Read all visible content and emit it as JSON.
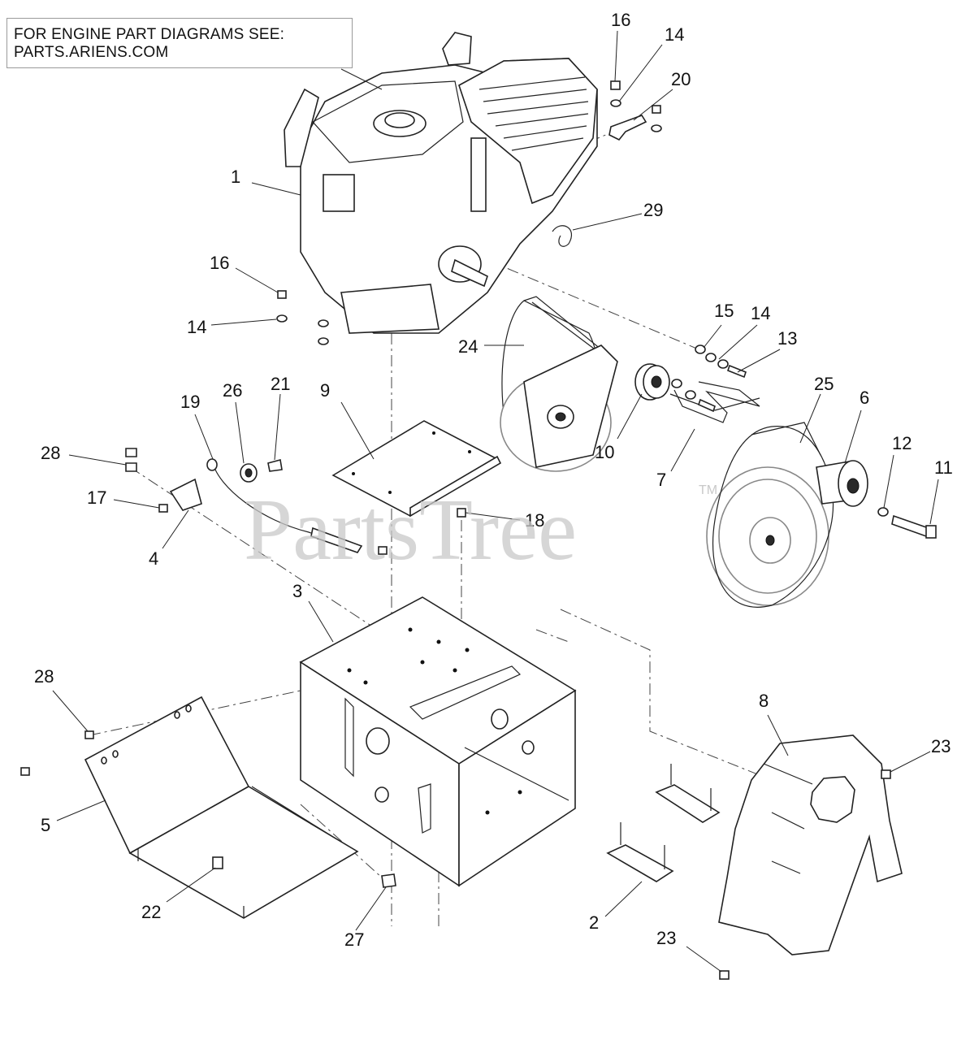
{
  "note": {
    "line1": "FOR ENGINE PART DIAGRAMS SEE:",
    "line2": "PARTS.ARIENS.COM"
  },
  "watermark": {
    "text": "PartsTree",
    "tm": "TM"
  },
  "callouts": {
    "c1": "1",
    "c2": "2",
    "c3": "3",
    "c4": "4",
    "c5": "5",
    "c6": "6",
    "c7": "7",
    "c8": "8",
    "c9": "9",
    "c10": "10",
    "c11": "11",
    "c12": "12",
    "c13": "13",
    "c14a": "14",
    "c14b": "14",
    "c14c": "14",
    "c15": "15",
    "c16a": "16",
    "c16b": "16",
    "c17": "17",
    "c18": "18",
    "c19": "19",
    "c20": "20",
    "c21": "21",
    "c22": "22",
    "c23a": "23",
    "c23b": "23",
    "c24": "24",
    "c25": "25",
    "c26": "26",
    "c27": "27",
    "c28a": "28",
    "c28b": "28",
    "c29": "29"
  },
  "colors": {
    "line": "#222222",
    "watermark": "#c9c9c9"
  }
}
